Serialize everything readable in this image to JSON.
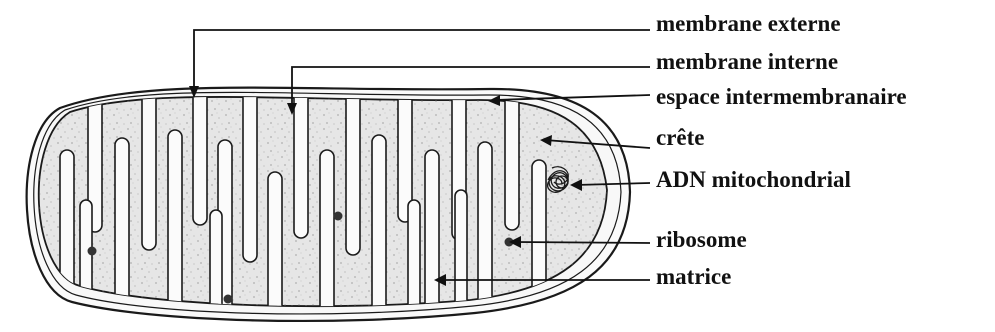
{
  "labels": {
    "outer_membrane": "membrane externe",
    "inner_membrane": "membrane interne",
    "intermembrane_space": "espace intermembranaire",
    "crista": "crête",
    "mito_dna": "ADN mitochondrial",
    "ribosome": "ribosome",
    "matrix": "matrice"
  },
  "colors": {
    "stroke": "#1a1a1a",
    "matrix_fill": "#ebebeb",
    "space_fill": "#fbfbfb",
    "ribosome": "#333333"
  }
}
